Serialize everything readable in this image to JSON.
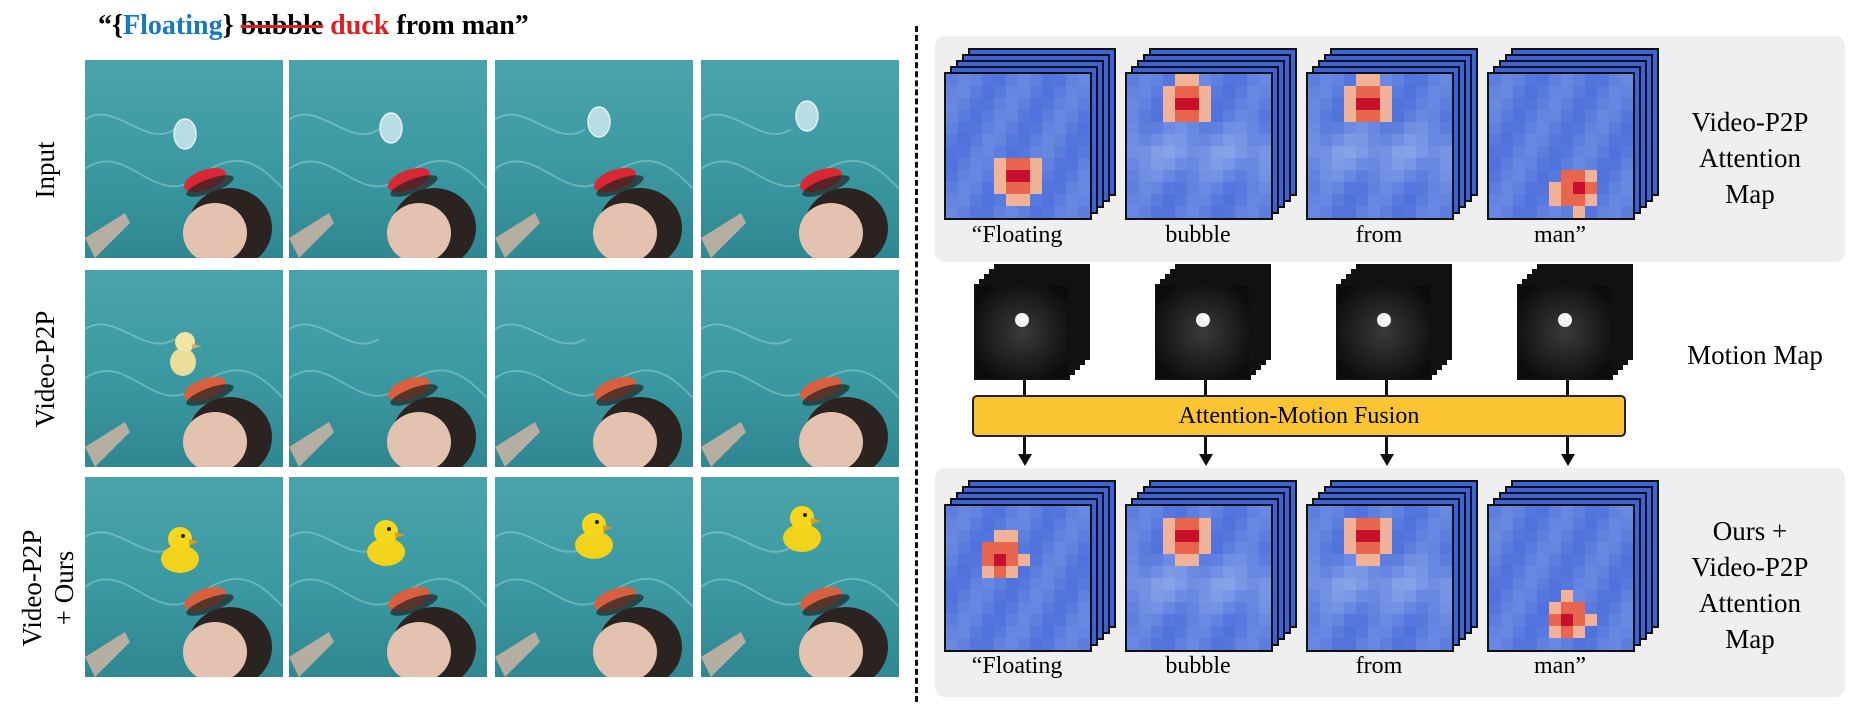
{
  "prompt": {
    "open": "“{",
    "floating": "Floating",
    "close_brace": "}",
    "struck": "bubble",
    "replacement": "duck",
    "rest": "from man”"
  },
  "left": {
    "row_labels": [
      "Input",
      "Video-P2P",
      "Video-P2P",
      "+ Ours"
    ]
  },
  "right": {
    "top_label": [
      "Video-P2P",
      "Attention",
      "Map"
    ],
    "motion_label": "Motion Map",
    "fusion_label": "Attention-Motion Fusion",
    "bottom_label": [
      "Ours +",
      "Video-P2P",
      "Attention",
      "Map"
    ],
    "words": [
      "“Floating",
      "bubble",
      "from",
      "man”"
    ]
  },
  "colors": {
    "floating": "#1a78c2",
    "duck": "#e21f1f",
    "fusion_box": "#fbc432",
    "panel_bg": "#efefef",
    "attention_base": "#3e63d8"
  }
}
